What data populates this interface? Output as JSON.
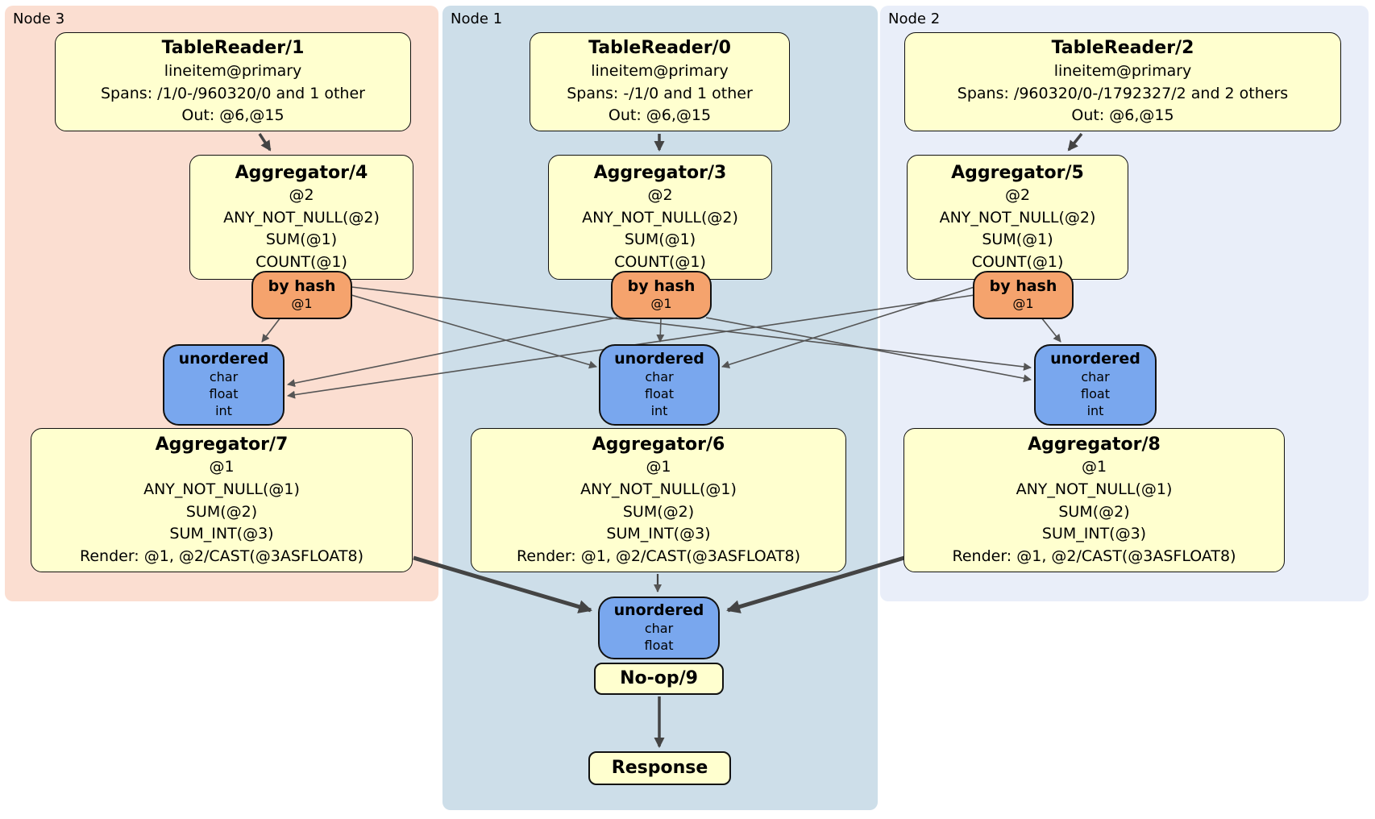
{
  "colors": {
    "node3_bg": "#fbded1",
    "node1_bg": "#cddee9",
    "node2_bg": "#e9eef9",
    "processor_fill": "#ffffcf",
    "router_fill": "#f5a36d",
    "sync_fill": "#79a7ee",
    "edge_thin": "#555555",
    "edge_thick": "#444444"
  },
  "regions": [
    {
      "label": "Node 3",
      "table_reader": {
        "title": "TableReader/1",
        "lines": [
          "lineitem@primary",
          "Spans: /1/0-/960320/0 and 1 other",
          "Out: @6,@15"
        ]
      },
      "stage1_aggregator": {
        "title": "Aggregator/4",
        "lines": [
          "@2",
          "ANY_NOT_NULL(@2)",
          "SUM(@1)",
          "COUNT(@1)"
        ]
      },
      "hash_router": {
        "title": "by hash",
        "lines": [
          "@1"
        ]
      },
      "sync": {
        "title": "unordered",
        "lines": [
          "char",
          "float",
          "int"
        ]
      },
      "stage2_aggregator": {
        "title": "Aggregator/7",
        "lines": [
          "@1",
          "ANY_NOT_NULL(@1)",
          "SUM(@2)",
          "SUM_INT(@3)",
          "Render: @1, @2/CAST(@3ASFLOAT8)"
        ]
      }
    },
    {
      "label": "Node 1",
      "table_reader": {
        "title": "TableReader/0",
        "lines": [
          "lineitem@primary",
          "Spans: -/1/0 and 1 other",
          "Out: @6,@15"
        ]
      },
      "stage1_aggregator": {
        "title": "Aggregator/3",
        "lines": [
          "@2",
          "ANY_NOT_NULL(@2)",
          "SUM(@1)",
          "COUNT(@1)"
        ]
      },
      "hash_router": {
        "title": "by hash",
        "lines": [
          "@1"
        ]
      },
      "sync": {
        "title": "unordered",
        "lines": [
          "char",
          "float",
          "int"
        ]
      },
      "stage2_aggregator": {
        "title": "Aggregator/6",
        "lines": [
          "@1",
          "ANY_NOT_NULL(@1)",
          "SUM(@2)",
          "SUM_INT(@3)",
          "Render: @1, @2/CAST(@3ASFLOAT8)"
        ]
      }
    },
    {
      "label": "Node 2",
      "table_reader": {
        "title": "TableReader/2",
        "lines": [
          "lineitem@primary",
          "Spans: /960320/0-/1792327/2 and 2 others",
          "Out: @6,@15"
        ]
      },
      "stage1_aggregator": {
        "title": "Aggregator/5",
        "lines": [
          "@2",
          "ANY_NOT_NULL(@2)",
          "SUM(@1)",
          "COUNT(@1)"
        ]
      },
      "hash_router": {
        "title": "by hash",
        "lines": [
          "@1"
        ]
      },
      "sync": {
        "title": "unordered",
        "lines": [
          "char",
          "float",
          "int"
        ]
      },
      "stage2_aggregator": {
        "title": "Aggregator/8",
        "lines": [
          "@1",
          "ANY_NOT_NULL(@1)",
          "SUM(@2)",
          "SUM_INT(@3)",
          "Render: @1, @2/CAST(@3ASFLOAT8)"
        ]
      }
    }
  ],
  "final_stage": {
    "sync": {
      "title": "unordered",
      "lines": [
        "char",
        "float"
      ]
    },
    "noop": {
      "title": "No-op/9"
    },
    "response": {
      "title": "Response"
    }
  }
}
